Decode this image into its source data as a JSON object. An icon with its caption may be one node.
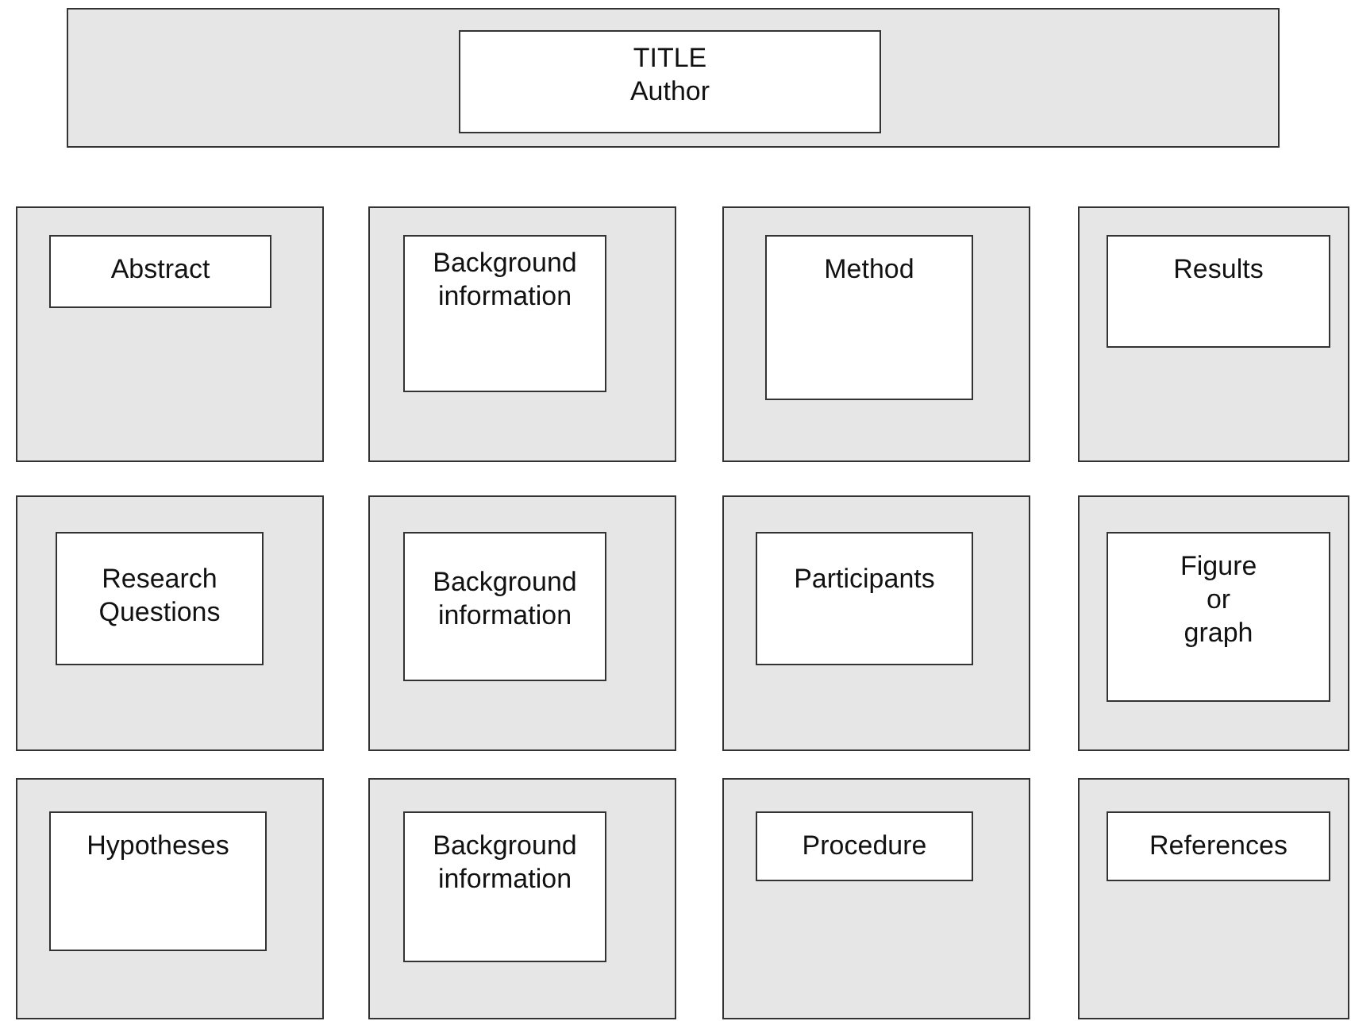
{
  "diagram": {
    "nodes": [
      {
        "text": [],
        "shape": "box"
      },
      {
        "text": [
          "TITLE",
          "Author"
        ],
        "in": 0
      },
      {
        "text": [],
        "shape": "box"
      },
      {
        "text": [
          "Abstract"
        ],
        "in": 2
      },
      {
        "text": [],
        "shape": "box"
      },
      {
        "text": [
          "Background information"
        ],
        "in": 4
      },
      {
        "text": [],
        "shape": "box"
      },
      {
        "text": [
          "Method"
        ],
        "in": 6
      },
      {
        "text": [],
        "shape": "box"
      },
      {
        "text": [
          "Results"
        ],
        "in": 8
      },
      {
        "text": [],
        "shape": "box"
      },
      {
        "text": [
          "Research Questions"
        ],
        "in": 10
      },
      {
        "text": [],
        "shape": "box"
      },
      {
        "text": [
          "Background information"
        ],
        "in": 12
      },
      {
        "text": [],
        "shape": "box"
      },
      {
        "text": [
          "Participants"
        ],
        "in": 14
      },
      {
        "text": [],
        "shape": "box"
      },
      {
        "text": [
          "Figure or graph"
        ],
        "in": 16
      },
      {
        "text": [],
        "shape": "box"
      },
      {
        "text": [
          "Hypotheses"
        ],
        "in": 18
      },
      {
        "text": [],
        "shape": "box"
      },
      {
        "text": [
          "Background information"
        ],
        "in": 20
      },
      {
        "text": [],
        "shape": "box"
      },
      {
        "text": [
          "Procedure"
        ],
        "in": 22
      },
      {
        "text": [],
        "shape": "box"
      },
      {
        "text": [
          "References"
        ],
        "in": 24
      }
    ]
  }
}
